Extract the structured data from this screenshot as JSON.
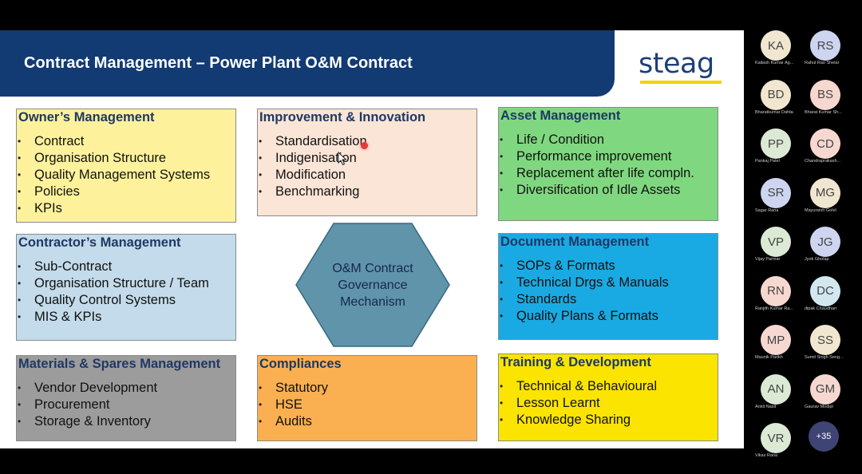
{
  "slide": {
    "title": "Contract Management – Power Plant O&M Contract",
    "logo": "steag",
    "center_label": "O&M Contract Governance Mechanism",
    "boxes": [
      {
        "id": "owner",
        "heading": "Owner’s Management",
        "color": "#fdf29b",
        "items": [
          "Contract",
          "Organisation Structure",
          "Quality Management Systems",
          "Policies",
          "KPIs"
        ]
      },
      {
        "id": "improvement",
        "heading": "Improvement & Innovation",
        "color": "#fbe5d6",
        "items": [
          "Standardisation",
          "Indigenisation",
          "Modification",
          "Benchmarking"
        ]
      },
      {
        "id": "asset",
        "heading": "Asset Management",
        "color": "#7fd87f",
        "items": [
          "Life / Condition",
          "Performance improvement",
          "Replacement after life compln.",
          "Diversification of Idle Assets"
        ]
      },
      {
        "id": "contractor",
        "heading": "Contractor’s Management",
        "color": "#c3dbea",
        "items": [
          "Sub-Contract",
          "Organisation Structure / Team",
          "Quality Control Systems",
          "MIS & KPIs"
        ]
      },
      {
        "id": "document",
        "heading": "Document Management",
        "color": "#1aaae3",
        "items": [
          "SOPs & Formats",
          "Technical Drgs & Manuals",
          "Standards",
          "Quality Plans & Formats"
        ]
      },
      {
        "id": "materials",
        "heading": "Materials & Spares Management",
        "color": "#9c9c9c",
        "items": [
          "Vendor Development",
          "Procurement",
          "Storage & Inventory"
        ]
      },
      {
        "id": "compliances",
        "heading": "Compliances",
        "color": "#fab050",
        "items": [
          "Statutory",
          "HSE",
          "Audits"
        ]
      },
      {
        "id": "training",
        "heading": "Training & Development",
        "color": "#fbe400",
        "items": [
          "Technical & Behavioural",
          "Lesson Learnt",
          "Knowledge Sharing"
        ]
      }
    ]
  },
  "participants": [
    {
      "initials": "KA",
      "name": "Kailash Kumar Ag...",
      "color": "#f1e6cf"
    },
    {
      "initials": "RS",
      "name": "Rahul Rao Shelar",
      "color": "#cdd5f0"
    },
    {
      "initials": "BD",
      "name": "Bharatkumar Dafda",
      "color": "#f1e6cf"
    },
    {
      "initials": "BS",
      "name": "Bharat Kumar Sh...",
      "color": "#f6d8d0"
    },
    {
      "initials": "PP",
      "name": "Pankaj Patel",
      "color": "#dcead5"
    },
    {
      "initials": "CD",
      "name": "Chandraprakash...",
      "color": "#f6d8d0"
    },
    {
      "initials": "SR",
      "name": "Sagar Rana",
      "color": "#cdd5f0"
    },
    {
      "initials": "MG",
      "name": "Mayursinh Gohil",
      "color": "#f1e6cf"
    },
    {
      "initials": "VP",
      "name": "Vijay Parmar",
      "color": "#dcead5"
    },
    {
      "initials": "JG",
      "name": "Jyoti Gholap",
      "color": "#cdd5f0"
    },
    {
      "initials": "RN",
      "name": "Ranjith Kumar Ra...",
      "color": "#f6d8d0"
    },
    {
      "initials": "DC",
      "name": "dipak Chaudhari",
      "color": "#d2e8ee"
    },
    {
      "initials": "MP",
      "name": "Maunik Parikh",
      "color": "#f6d8d0"
    },
    {
      "initials": "SS",
      "name": "Sumit Singh Seng...",
      "color": "#f1e6cf"
    },
    {
      "initials": "AN",
      "name": "Ankit Nasit",
      "color": "#dcead5"
    },
    {
      "initials": "GM",
      "name": "Gaurav Modipl",
      "color": "#f6d8d0"
    },
    {
      "initials": "VR",
      "name": "Vikas Rana",
      "color": "#dcead5"
    }
  ],
  "more_participants": "+35"
}
